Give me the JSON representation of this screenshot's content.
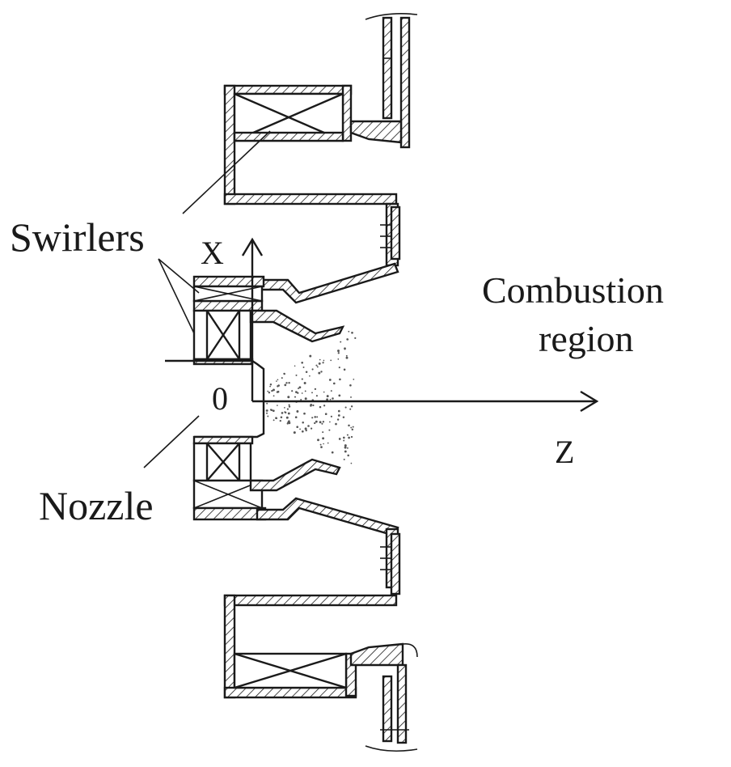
{
  "diagram": {
    "labels": {
      "swirlers": "Swirlers",
      "nozzle": "Nozzle",
      "combustion_line1": "Combustion",
      "combustion_line2": "region",
      "axis_x": "X",
      "axis_z": "Z",
      "origin": "0"
    },
    "colors": {
      "ink": "#1a1a1a",
      "background": "#ffffff"
    }
  }
}
